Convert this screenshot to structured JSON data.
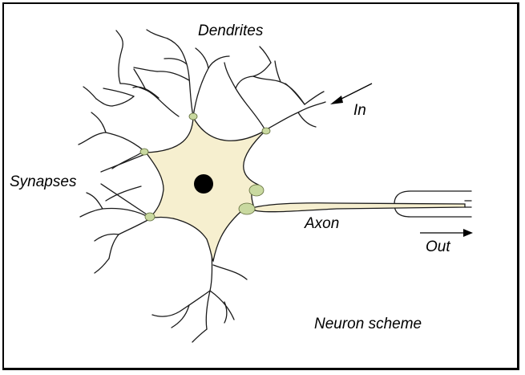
{
  "labels": {
    "dendrites": "Dendrites",
    "in": "In",
    "synapses": "Synapses",
    "axon": "Axon",
    "out": "Out",
    "scheme": "Neuron scheme"
  },
  "colors": {
    "cell_body": "#f6efcf",
    "synapse": "#c9d9a0",
    "nucleus": "#000000",
    "line": "#1a1a1a"
  }
}
